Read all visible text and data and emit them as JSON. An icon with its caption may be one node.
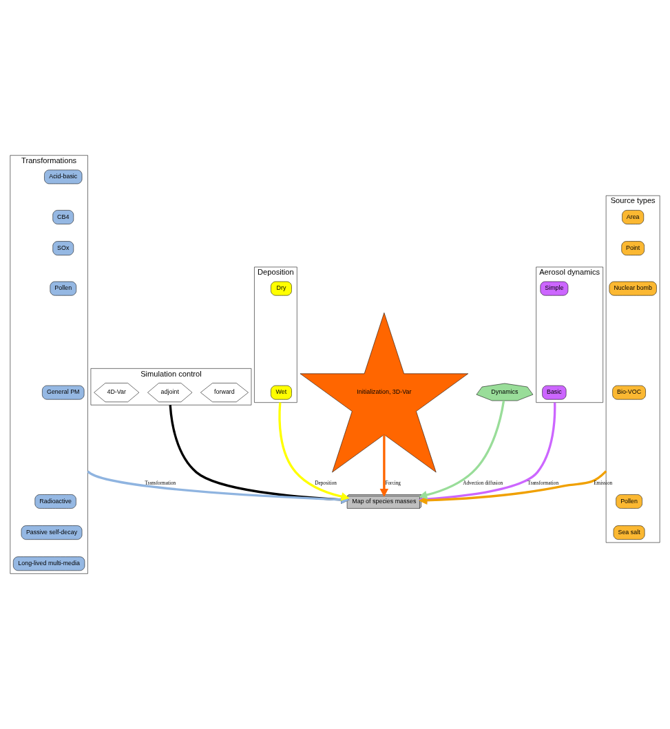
{
  "diagram": {
    "nodes": [
      {
        "text": [
          "Simulation control"
        ]
      },
      {
        "text": [
          "forward"
        ],
        "in": 0
      },
      {
        "text": [
          "adjoint"
        ],
        "in": 0
      },
      {
        "text": [
          "4D-Var"
        ],
        "in": 0
      },
      {
        "text": [
          "Transformations"
        ]
      },
      {
        "text": [
          "Acid-basic"
        ],
        "in": 4
      },
      {
        "text": [
          "CB4"
        ],
        "in": 4
      },
      {
        "text": [
          "SOx"
        ],
        "in": 4
      },
      {
        "text": [
          "Pollen"
        ],
        "in": 4
      },
      {
        "text": [
          "General PM"
        ],
        "in": 4
      },
      {
        "text": [
          "Radioactive"
        ],
        "in": 4
      },
      {
        "text": [
          "Passive self-decay"
        ],
        "in": 4
      },
      {
        "text": [
          "Long-lived multi-media"
        ],
        "in": 4
      },
      {
        "text": [
          "Aerosol dynamics"
        ]
      },
      {
        "text": [
          "Simple"
        ],
        "in": 13
      },
      {
        "text": [
          "Basic"
        ],
        "in": 13
      },
      {
        "text": [
          "Source types"
        ]
      },
      {
        "text": [
          "Area"
        ],
        "in": 16
      },
      {
        "text": [
          "Point"
        ],
        "in": 16
      },
      {
        "text": [
          "Nuclear bomb"
        ],
        "in": 16
      },
      {
        "text": [
          "Bio-VOC"
        ],
        "in": 16
      },
      {
        "text": [
          "Pollen"
        ],
        "in": 16
      },
      {
        "text": [
          "Sea salt"
        ],
        "in": 16
      },
      {
        "text": [
          "Map of species masses"
        ]
      },
      {
        "text": [
          "Deposition"
        ]
      },
      {
        "text": [
          "Dry"
        ],
        "in": 24
      },
      {
        "text": [
          "Wet"
        ],
        "in": 24
      },
      {
        "text": [
          "Initialization, 3D-Var"
        ]
      },
      {
        "text": [
          "Dynamics"
        ]
      }
    ],
    "edges": [
      {
        "from": 0,
        "to": 23,
        "arrow": "to",
        "color": "#000000"
      },
      {
        "from": 13,
        "to": 23,
        "arrow": "to",
        "label": "Transformation",
        "color": "#cc66ff"
      },
      {
        "from": 4,
        "to": 23,
        "arrow": "to",
        "label": "Transformation",
        "color": "#8fb4e0"
      },
      {
        "from": 16,
        "to": 23,
        "arrow": "to",
        "label": "Emission",
        "color": "#f0a000"
      },
      {
        "from": 24,
        "to": 23,
        "arrow": "to",
        "label": "Deposition",
        "color": "#ffff00"
      },
      {
        "from": 27,
        "to": 23,
        "arrow": "to",
        "label": "Forcing",
        "color": "#ff6600"
      },
      {
        "from": 28,
        "to": 23,
        "arrow": "to",
        "label": "Advection diffusion",
        "color": "#99dd99"
      }
    ]
  }
}
